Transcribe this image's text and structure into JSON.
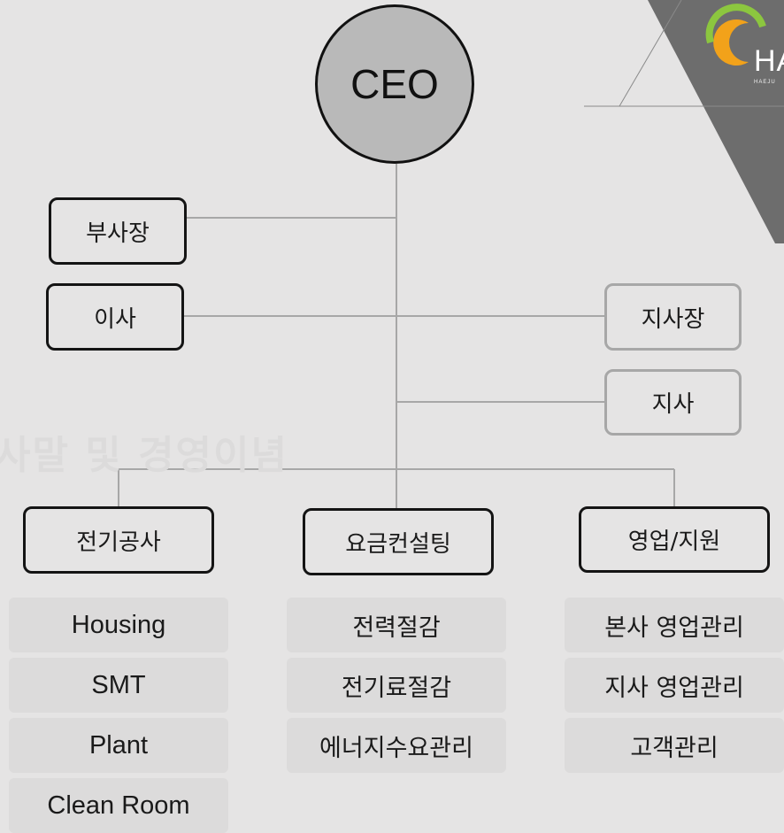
{
  "ceo": "CEO",
  "logo": {
    "text": "HA",
    "sub": "HAEJU"
  },
  "background_text": "사말 및 경영이념",
  "left_boxes": {
    "vice_president": "부사장",
    "director": "이사"
  },
  "right_boxes": {
    "branch_manager": "지사장",
    "branch": "지사"
  },
  "divisions": [
    {
      "label": "전기공사",
      "items": [
        "Housing",
        "SMT",
        "Plant",
        "Clean Room"
      ]
    },
    {
      "label": "요금컨설팅",
      "items": [
        "전력절감",
        "전기료절감",
        "에너지수요관리"
      ]
    },
    {
      "label": "영업/지원",
      "items": [
        "본사 영업관리",
        "지사 영업관리",
        "고객관리"
      ]
    }
  ],
  "colors": {
    "background": "#e5e4e4",
    "ceo_fill": "#b9b9b9",
    "line": "#a7a7a7",
    "logo_dark": "#6d6d6d"
  }
}
